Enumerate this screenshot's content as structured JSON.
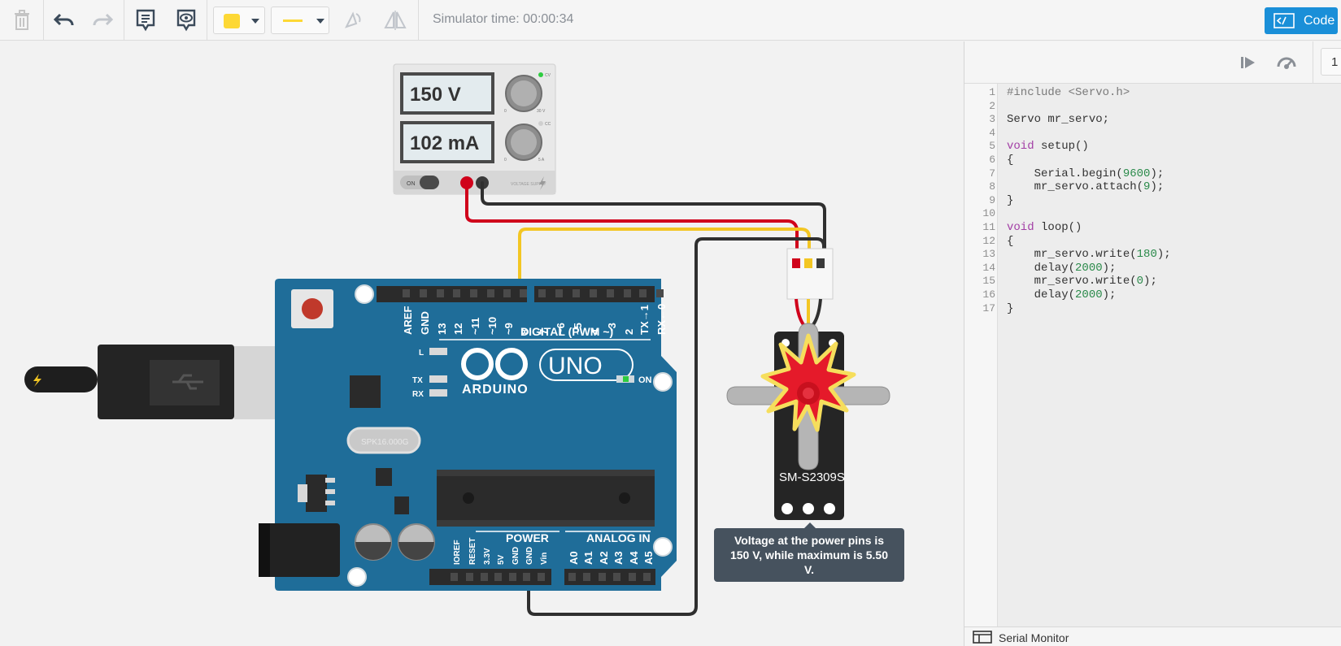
{
  "toolbar": {
    "simulator_time": "Simulator time: 00:00:34",
    "code_label": "Code",
    "color_swatch": "#fdd835",
    "line_color": "#fdd835"
  },
  "power_supply": {
    "voltage": "150 V",
    "current": "102 mA",
    "on_label": "ON",
    "knob1_min": "0",
    "knob1_max": "30 V",
    "knob2_min": "0",
    "knob2_max": "5 A",
    "cc_label": "CC",
    "cv_label": "CV",
    "supply_label": "VOLTAGE SUPPLY"
  },
  "arduino": {
    "brand": "ARDUINO",
    "model": "UNO",
    "digital_label": "DIGITAL (PWM ~)",
    "power_label": "POWER",
    "analog_label": "ANALOG IN",
    "on_label": "ON",
    "crystal_label": "SPK16.000G",
    "led_labels": [
      "L",
      "TX",
      "RX"
    ],
    "top_pins": [
      "AREF",
      "GND",
      "13",
      "12",
      "~11",
      "~10",
      "~9",
      "8",
      "7",
      "~6",
      "~5",
      "4",
      "~3",
      "2",
      "TX→1",
      "RX←0"
    ],
    "bottom_pins": [
      "IOREF",
      "RESET",
      "3.3V",
      "5V",
      "GND",
      "GND",
      "Vin",
      "A0",
      "A1",
      "A2",
      "A3",
      "A4",
      "A5"
    ]
  },
  "servo": {
    "model": "SM-S2309S"
  },
  "tooltip": {
    "text_line1": "Voltage at the power pins is",
    "text_line2": "150 V, while maximum is 5.50",
    "text_line3": "V."
  },
  "code_panel": {
    "page_indicator": "1",
    "line_numbers": [
      "1",
      "2",
      "3",
      "4",
      "5",
      "6",
      "7",
      "8",
      "9",
      "10",
      "11",
      "12",
      "13",
      "14",
      "15",
      "16",
      "17"
    ],
    "lines": [
      "#include <Servo.h>",
      "",
      "Servo mr_servo;",
      "",
      "void setup()",
      "{",
      "    Serial.begin(9600);",
      "    mr_servo.attach(9);",
      "}",
      "",
      "void loop()",
      "{",
      "    mr_servo.write(180);",
      "    delay(2000);",
      "    mr_servo.write(0);",
      "    delay(2000);",
      "}"
    ],
    "serial_monitor": "Serial Monitor"
  }
}
